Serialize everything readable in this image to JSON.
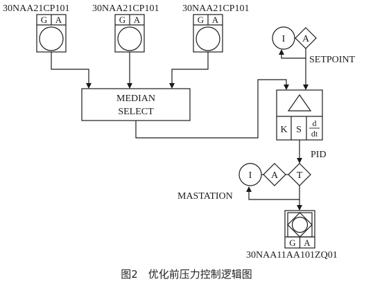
{
  "transmitters": [
    {
      "tag": "30NAA21CP101",
      "left_cell": "G",
      "right_cell": "A"
    },
    {
      "tag": "30NAA21CP101",
      "left_cell": "G",
      "right_cell": "A"
    },
    {
      "tag": "30NAA21CP101",
      "left_cell": "G",
      "right_cell": "A"
    }
  ],
  "median_select": {
    "line1": "MEDIAN",
    "line2": "SELECT"
  },
  "setpoint_station": {
    "circle_label": "I",
    "diamond_label": "A",
    "text": "SETPOINT"
  },
  "pid_block": {
    "k": "K",
    "s": "S",
    "d_num": "d",
    "d_den": "dt",
    "text": "PID"
  },
  "ma_station": {
    "circle_label": "I",
    "diamond_a": "A",
    "diamond_t": "T",
    "text": "MASTATION"
  },
  "final_element": {
    "left_cell": "G",
    "right_cell": "A",
    "tag": "30NAA11AA101ZQ01"
  },
  "caption": "图2　优化前压力控制逻辑图"
}
